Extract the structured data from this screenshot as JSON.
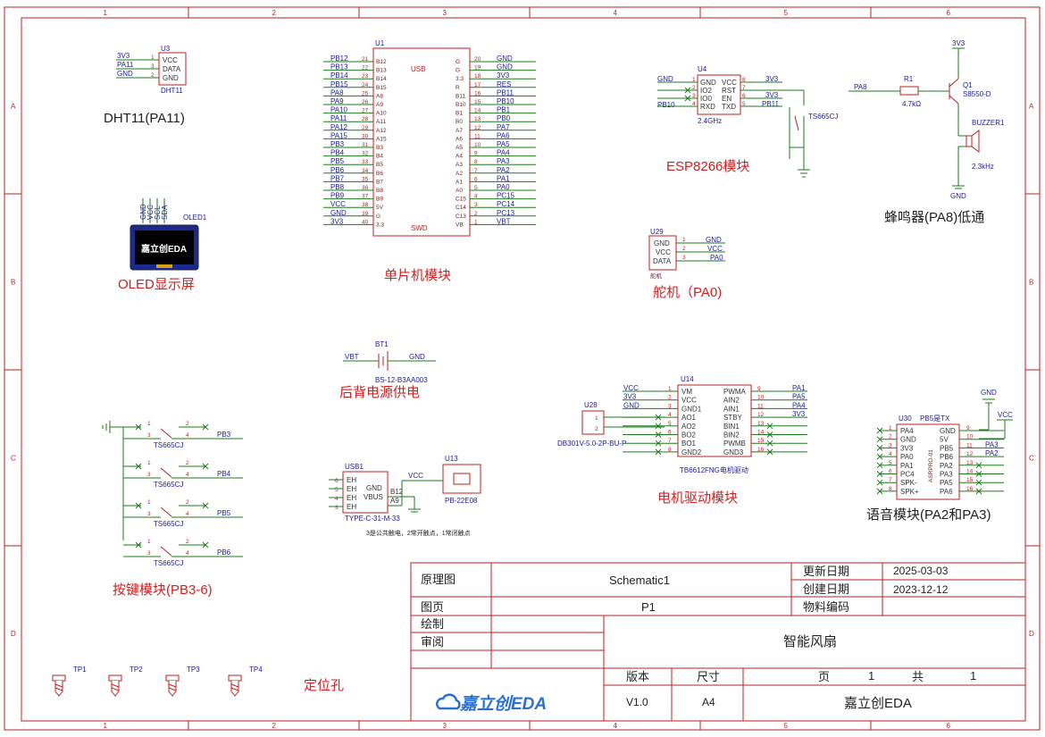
{
  "sheet": {
    "col_numbers": [
      "1",
      "2",
      "3",
      "4",
      "5",
      "6"
    ],
    "row_letters": [
      "A",
      "B",
      "C",
      "D"
    ]
  },
  "captions": {
    "dht11": "DHT11(PA11)",
    "mcu": "单片机模块",
    "esp": "ESP8266模块",
    "buzzer": "蜂鸣器(PA8)低通",
    "oled": "OLED显示屏",
    "servo": "舵机（PA0)",
    "battery": "后背电源供电",
    "motor": "电机驱动模块",
    "voice": "语音模块(PA2和PA3)",
    "keys": "按键模块(PB3-6)",
    "holes": "定位孔"
  },
  "dht11": {
    "ref": "U3",
    "part": "DHT11",
    "pins": [
      {
        "n": "1",
        "name": "VCC",
        "net": "3V3"
      },
      {
        "n": "3",
        "name": "DATA",
        "net": "PA11"
      },
      {
        "n": "2",
        "name": "GND",
        "net": "GND"
      }
    ]
  },
  "mcu": {
    "ref": "U1",
    "usb": "USB",
    "swd": "SWD",
    "left": [
      {
        "net": "PB12",
        "n": "21",
        "name": "B12"
      },
      {
        "net": "PB13",
        "n": "22",
        "name": "B13"
      },
      {
        "net": "PB14",
        "n": "23",
        "name": "B14"
      },
      {
        "net": "PB15",
        "n": "24",
        "name": "B15"
      },
      {
        "net": "PA8",
        "n": "25",
        "name": "A8"
      },
      {
        "net": "PA9",
        "n": "26",
        "name": "A9"
      },
      {
        "net": "PA10",
        "n": "27",
        "name": "A10"
      },
      {
        "net": "PA11",
        "n": "28",
        "name": "A11"
      },
      {
        "net": "PA12",
        "n": "29",
        "name": "A12"
      },
      {
        "net": "PA15",
        "n": "30",
        "name": "A15"
      },
      {
        "net": "PB3",
        "n": "31",
        "name": "B3"
      },
      {
        "net": "PB4",
        "n": "32",
        "name": "B4"
      },
      {
        "net": "PB5",
        "n": "33",
        "name": "B5"
      },
      {
        "net": "PB6",
        "n": "34",
        "name": "B6"
      },
      {
        "net": "PB7",
        "n": "35",
        "name": "B7"
      },
      {
        "net": "PB8",
        "n": "36",
        "name": "B8"
      },
      {
        "net": "PB9",
        "n": "37",
        "name": "B9"
      },
      {
        "net": "VCC",
        "n": "38",
        "name": "5V"
      },
      {
        "net": "GND",
        "n": "39",
        "name": "G"
      },
      {
        "net": "3V3",
        "n": "40",
        "name": "3.3"
      }
    ],
    "right": [
      {
        "net": "GND",
        "n": "20",
        "name": "G"
      },
      {
        "net": "GND",
        "n": "19",
        "name": "G"
      },
      {
        "net": "3V3",
        "n": "18",
        "name": "3.3"
      },
      {
        "net": "RES",
        "n": "17",
        "name": "R"
      },
      {
        "net": "PB11",
        "n": "16",
        "name": "B11"
      },
      {
        "net": "PB10",
        "n": "15",
        "name": "B10"
      },
      {
        "net": "PB1",
        "n": "14",
        "name": "B1"
      },
      {
        "net": "PB0",
        "n": "13",
        "name": "B0"
      },
      {
        "net": "PA7",
        "n": "12",
        "name": "A7"
      },
      {
        "net": "PA6",
        "n": "11",
        "name": "A6"
      },
      {
        "net": "PA5",
        "n": "10",
        "name": "A5"
      },
      {
        "net": "PA4",
        "n": "9",
        "name": "A4"
      },
      {
        "net": "PA3",
        "n": "8",
        "name": "A3"
      },
      {
        "net": "PA2",
        "n": "7",
        "name": "A2"
      },
      {
        "net": "PA1",
        "n": "6",
        "name": "A1"
      },
      {
        "net": "PA0",
        "n": "5",
        "name": "A0"
      },
      {
        "net": "PC15",
        "n": "4",
        "name": "C15"
      },
      {
        "net": "PC14",
        "n": "3",
        "name": "C14"
      },
      {
        "net": "PC13",
        "n": "2",
        "name": "C13"
      },
      {
        "net": "VBT",
        "n": "1",
        "name": "VB"
      }
    ]
  },
  "esp": {
    "ref": "U4",
    "freq": "2.4GHz",
    "switch_part": "TS665CJ",
    "left": [
      {
        "net": "GND",
        "n": "1",
        "name": "GND"
      },
      {
        "net": "",
        "n": "2",
        "name": "IO2"
      },
      {
        "net": "",
        "n": "3",
        "name": "IO0"
      },
      {
        "net": "PB10",
        "n": "4",
        "name": "RXD"
      }
    ],
    "right": [
      {
        "net": "3V3",
        "n": "8",
        "name": "VCC"
      },
      {
        "net": "",
        "n": "7",
        "name": "RST"
      },
      {
        "net": "3V3",
        "n": "6",
        "name": "EN"
      },
      {
        "net": "PB11",
        "n": "5",
        "name": "TXD"
      }
    ]
  },
  "buzzer": {
    "net_vcc": "3V3",
    "net_in": "PA8",
    "r_ref": "R1",
    "r_val": "4.7kΩ",
    "q_ref": "Q1",
    "q_part": "S8550-D",
    "bz_ref": "BUZZER1",
    "bz_val": "2.3kHz",
    "gnd": "GND"
  },
  "oled": {
    "ref": "OLED1",
    "pins": [
      "GND",
      "VCC",
      "SCL",
      "SDA"
    ],
    "logo": "嘉立创EDA"
  },
  "servo": {
    "ref": "U29",
    "sub": "舵机",
    "pins": [
      {
        "n": "1",
        "name": "GND",
        "net": "GND"
      },
      {
        "n": "2",
        "name": "VCC",
        "net": "VCC"
      },
      {
        "n": "3",
        "name": "DATA",
        "net": "PA0"
      }
    ]
  },
  "battery": {
    "ref": "BT1",
    "part": "BS-12-B3AA003",
    "left_net": "VBT",
    "right_net": "GND"
  },
  "motor": {
    "ref": "U14",
    "part": "TB6612FNG电机驱动",
    "conn_ref": "U28",
    "conn_part": "DB301V-5.0-2P-BU-P",
    "left": [
      {
        "net": "VCC",
        "n": "1",
        "name": "VM"
      },
      {
        "net": "3V3",
        "n": "2",
        "name": "VCC"
      },
      {
        "net": "GND",
        "n": "3",
        "name": "GND1"
      },
      {
        "net": "",
        "n": "4",
        "name": "AO1"
      },
      {
        "net": "",
        "n": "5",
        "name": "AO2"
      },
      {
        "net": "",
        "n": "6",
        "name": "BO2"
      },
      {
        "net": "",
        "n": "7",
        "name": "BO1"
      },
      {
        "net": "",
        "n": "8",
        "name": "GND2"
      }
    ],
    "right": [
      {
        "net": "PA1",
        "n": "9",
        "name": "PWMA"
      },
      {
        "net": "PA5",
        "n": "10",
        "name": "AIN2"
      },
      {
        "net": "PA4",
        "n": "11",
        "name": "AIN1"
      },
      {
        "net": "3V3",
        "n": "12",
        "name": "STBY"
      },
      {
        "net": "",
        "n": "13",
        "name": "BIN1"
      },
      {
        "net": "",
        "n": "14",
        "name": "BIN2"
      },
      {
        "net": "",
        "n": "15",
        "name": "PWMB"
      },
      {
        "net": "",
        "n": "16",
        "name": "GND3"
      }
    ]
  },
  "voice": {
    "ref": "U30",
    "note": "PB5是TX",
    "part": "ASRPRO-01",
    "gnd": "GND",
    "vcc": "VCC",
    "left": [
      {
        "n": "1",
        "name": "PA4"
      },
      {
        "n": "2",
        "name": "GND"
      },
      {
        "n": "3",
        "name": "3V3"
      },
      {
        "n": "4",
        "name": "PA0"
      },
      {
        "n": "5",
        "name": "PA1"
      },
      {
        "n": "6",
        "name": "PC4"
      },
      {
        "n": "7",
        "name": "SPK-"
      },
      {
        "n": "8",
        "name": "SPK+"
      }
    ],
    "right": [
      {
        "net": "",
        "n": "9",
        "name": "GND"
      },
      {
        "net": "",
        "n": "10",
        "name": "5V"
      },
      {
        "net": "PA3",
        "n": "11",
        "name": "PB5"
      },
      {
        "net": "PA2",
        "n": "12",
        "name": "PB6"
      },
      {
        "net": "",
        "n": "13",
        "name": "PA2"
      },
      {
        "net": "",
        "n": "14",
        "name": "PA3"
      },
      {
        "net": "",
        "n": "15",
        "name": "PA5"
      },
      {
        "net": "",
        "n": "16",
        "name": "PA6"
      }
    ]
  },
  "keys": {
    "part": "TS665CJ",
    "nets": [
      "PB3",
      "PB4",
      "PB5",
      "PB6"
    ],
    "pin1": "1",
    "pin2": "2",
    "pin3": "3",
    "pin4": "4"
  },
  "usb": {
    "ref": "USB1",
    "part": "TYPE-C-31-M-33",
    "vcc": "VCC",
    "note": "3是公共触电，2常开触点，1常闭触点",
    "left_pins": [
      "EH",
      "EH",
      "EH",
      "EH"
    ],
    "left_nums": [
      "6",
      "5",
      "4",
      "3"
    ],
    "gnd": "GND",
    "vbus": "VBUS",
    "b12": "B12",
    "a9": "A9",
    "sw_ref": "U13",
    "sw_part": "PB-22E08"
  },
  "test_points": [
    "TP1",
    "TP2",
    "TP3",
    "TP4"
  ],
  "title_block": {
    "k_schematic": "原理图",
    "v_schematic": "Schematic1",
    "k_page": "图页",
    "v_page": "P1",
    "k_draw": "绘制",
    "k_review": "审阅",
    "k_update": "更新日期",
    "v_update": "2025-03-03",
    "k_create": "创建日期",
    "v_create": "2023-12-12",
    "k_material": "物料编码",
    "project": "智能风扇",
    "k_version": "版本",
    "v_version": "V1.0",
    "k_size": "尺寸",
    "v_size": "A4",
    "k_pg": "页",
    "v_pg": "1",
    "k_total": "共",
    "v_total": "1",
    "company": "嘉立创EDA",
    "logo": "嘉立创EDA"
  }
}
